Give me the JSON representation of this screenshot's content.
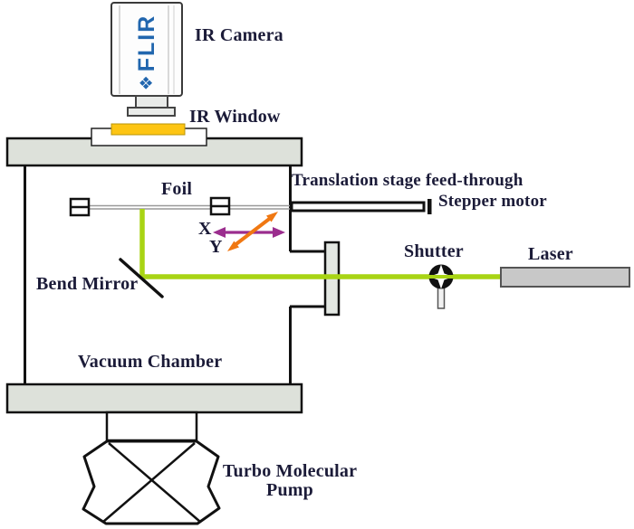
{
  "labels": {
    "ir_camera": "IR Camera",
    "ir_window": "IR Window",
    "translation_stage": "Translation stage feed-through",
    "stepper_motor": "Stepper motor",
    "foil": "Foil",
    "axis_x": "X",
    "axis_y": "Y",
    "shutter": "Shutter",
    "laser": "Laser",
    "bend_mirror": "Bend Mirror",
    "vacuum_chamber": "Vacuum Chamber",
    "turbo_pump": "Turbo Molecular Pump",
    "turbo_pump_line1": "Turbo Molecular",
    "turbo_pump_line2": "Pump"
  },
  "logo": {
    "brand": "FLIR",
    "icon": "❖"
  },
  "colors": {
    "beam_green": "#a8d414",
    "flir_blue": "#2166ae",
    "ir_window_yellow": "#fdc513",
    "arrow_x_purple": "#9b2d8e",
    "arrow_y_orange": "#f07812",
    "flange_gray": "#dde1da",
    "port_window_gray": "#e3e7e2",
    "laser_gray": "#c8c8c8",
    "text_navy": "#1b1b38"
  }
}
